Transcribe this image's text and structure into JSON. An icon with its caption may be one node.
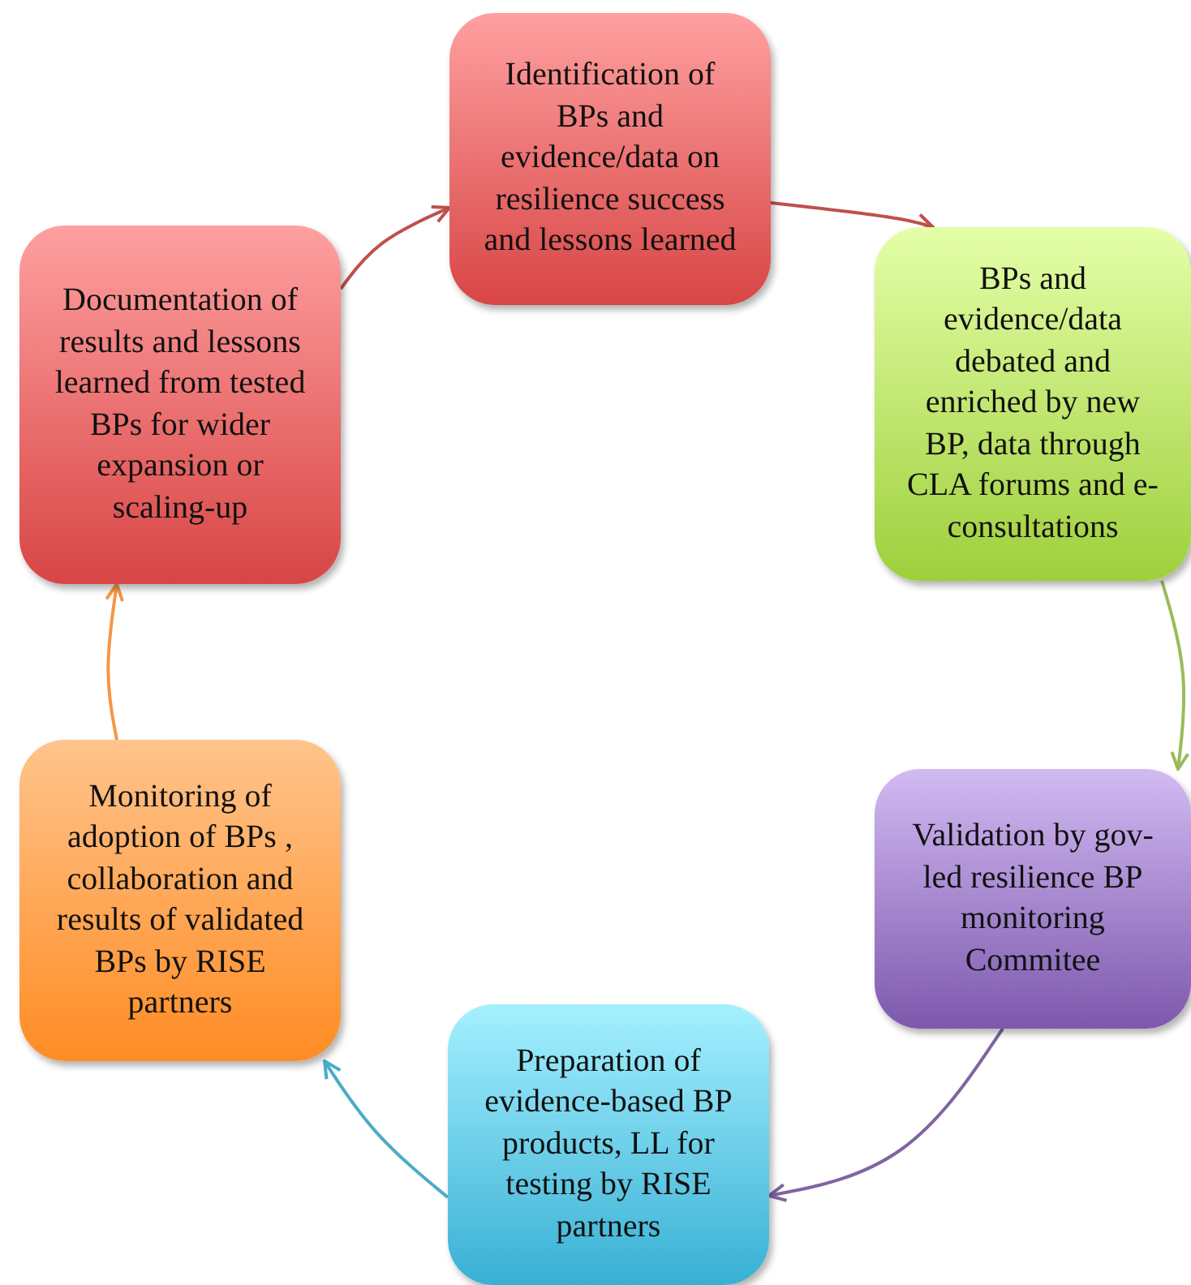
{
  "diagram": {
    "nodes": [
      {
        "text": [
          "Identification of BPs and evidence/data on resilience success and lessons learned"
        ]
      },
      {
        "text": [
          "BPs and evidence/data debated and enriched by new BP, data through CLA forums and e-consultations"
        ]
      },
      {
        "text": [
          "Validation by gov-led resilience BP monitoring Commitee"
        ]
      },
      {
        "text": [
          "Preparation of evidence-based BP products, LL for testing by RISE partners"
        ]
      },
      {
        "text": [
          "Monitoring of adoption of BPs , collaboration and results of validated BPs by RISE partners"
        ]
      },
      {
        "text": [
          "Documentation of results and lessons learned from tested BPs for wider expansion  or scaling-up"
        ]
      }
    ],
    "edges": [
      {
        "from": 5,
        "to": 0,
        "arrow": "to",
        "color": "#c0504d"
      },
      {
        "from": 0,
        "to": 1,
        "arrow": "to",
        "color": "#c0504d"
      },
      {
        "from": 1,
        "to": 2,
        "arrow": "to",
        "color": "#9bbb59"
      },
      {
        "from": 2,
        "to": 3,
        "arrow": "to",
        "color": "#8064a2"
      },
      {
        "from": 3,
        "to": 4,
        "arrow": "to",
        "color": "#4bacc6"
      },
      {
        "from": 4,
        "to": 5,
        "arrow": "to",
        "color": "#f79646"
      }
    ]
  }
}
